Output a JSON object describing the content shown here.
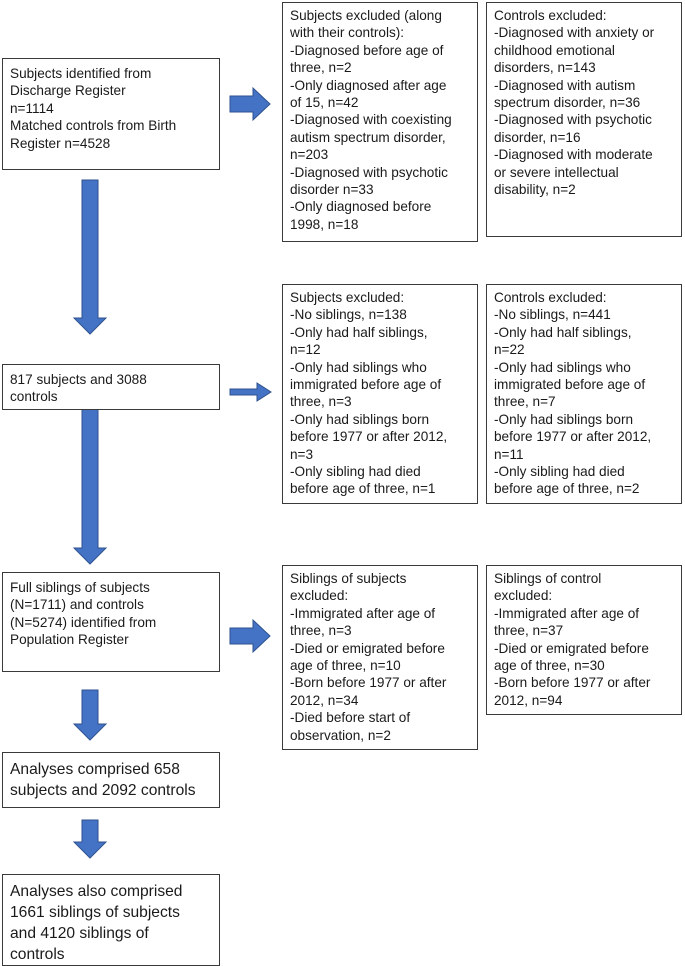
{
  "diagram": {
    "main": {
      "identified": [
        "Subjects identified from",
        "Discharge Register",
        "n=1114",
        "Matched controls from Birth",
        "Register n=4528"
      ],
      "after_first": [
        "817 subjects and 3088",
        "controls"
      ],
      "full_siblings": [
        "Full siblings of subjects",
        "(N=1711) and controls",
        "(N=5274) identified from",
        "Population Register"
      ],
      "analyses_subjects": [
        "Analyses comprised 658",
        "subjects and 2092 controls"
      ],
      "analyses_siblings": [
        "Analyses also comprised",
        "1661 siblings of subjects",
        "and 4120 siblings of",
        "controls"
      ]
    },
    "exclusions": {
      "stage1_subjects": [
        "Subjects excluded (along",
        "with their controls):",
        "-Diagnosed before age of",
        "three, n=2",
        "-Only diagnosed after age",
        "of 15, n=42",
        "-Diagnosed with coexisting",
        "autism spectrum disorder,",
        "n=203",
        "-Diagnosed with psychotic",
        "disorder n=33",
        "-Only diagnosed before",
        "1998, n=18"
      ],
      "stage1_controls": [
        "Controls excluded:",
        "-Diagnosed with anxiety or",
        "childhood emotional",
        "disorders, n=143",
        "-Diagnosed with autism",
        "spectrum disorder, n=36",
        "-Diagnosed with psychotic",
        "disorder, n=16",
        "-Diagnosed with moderate",
        "or severe intellectual",
        "disability, n=2"
      ],
      "stage2_subjects": [
        "Subjects excluded:",
        "-No siblings, n=138",
        "-Only had half siblings,",
        "n=12",
        "-Only had siblings who",
        "immigrated before age of",
        "three, n=3",
        "-Only had siblings born",
        "before 1977 or after 2012,",
        "n=3",
        "-Only sibling had died",
        "before age of three, n=1"
      ],
      "stage2_controls": [
        "Controls excluded:",
        "-No siblings, n=441",
        "-Only had half siblings,",
        "n=22",
        "-Only had siblings who",
        "immigrated before age of",
        "three, n=7",
        "-Only had siblings born",
        "before 1977 or after 2012,",
        "n=11",
        "-Only sibling had died",
        "before age of three, n=2"
      ],
      "stage3_subjects": [
        "Siblings of subjects",
        "excluded:",
        "-Immigrated after age of",
        "three, n=3",
        "-Died or emigrated before",
        "age of three, n=10",
        "-Born before 1977 or after",
        "2012, n=34",
        "-Died before start of",
        "observation, n=2"
      ],
      "stage3_controls": [
        "Siblings of control",
        "excluded:",
        "-Immigrated after age of",
        "three, n=37",
        "-Died or emigrated before",
        "age of three, n=30",
        "-Born before 1977 or after",
        "2012, n=94"
      ]
    },
    "arrow_color": "#4472c4",
    "arrow_border": "#2f528f"
  }
}
